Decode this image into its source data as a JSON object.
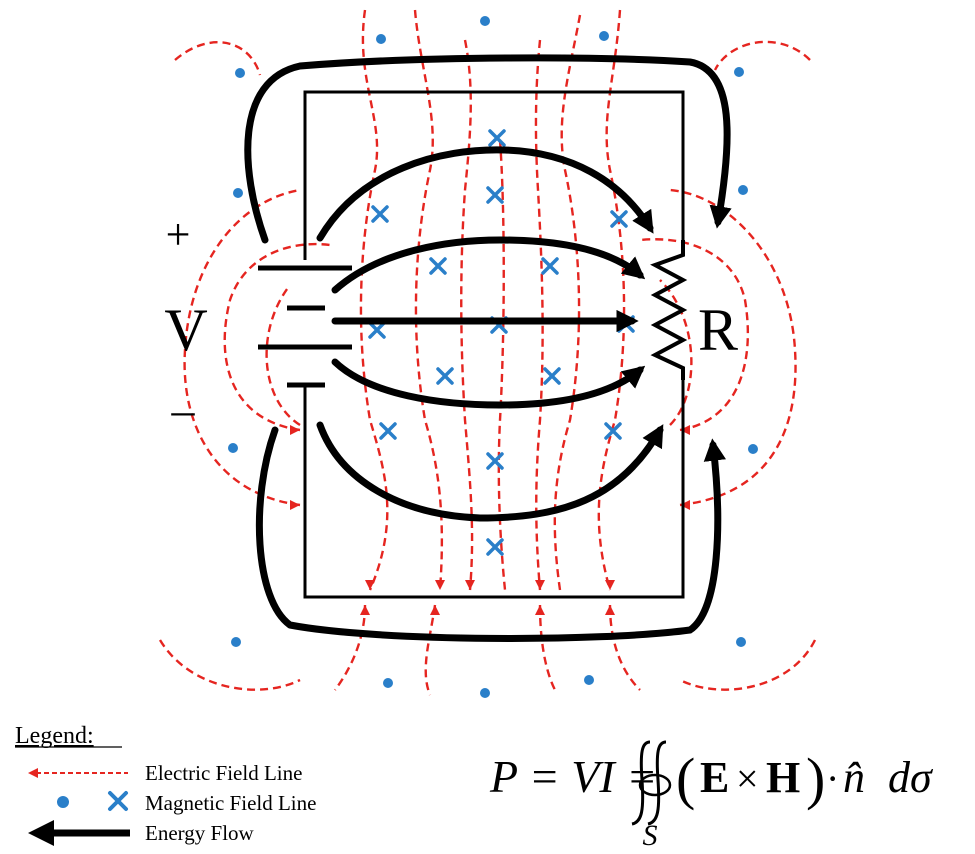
{
  "diagram": {
    "labels": {
      "plus": "+",
      "minus": "–",
      "voltage": "V",
      "resistor": "R"
    },
    "colors": {
      "electric": "#e52520",
      "magnetic": "#2a7fc9",
      "energy": "#000000",
      "wire": "#000000"
    }
  },
  "legend": {
    "title": "Legend:",
    "items": [
      {
        "label": "Electric Field Line",
        "icon": "dashed-red-arrow-icon"
      },
      {
        "label": "Magnetic Field Line",
        "icon": "dot-and-cross-icon"
      },
      {
        "label": "Energy Flow",
        "icon": "thick-black-arrow-icon"
      }
    ]
  },
  "equation": {
    "lhs": "P = VI =",
    "integrand_open": "(",
    "E": "E",
    "times": "×",
    "H": "H",
    "integrand_close": ")",
    "dot": "·",
    "nhat": "n̂",
    "dsigma": "dσ",
    "surface": "S"
  }
}
